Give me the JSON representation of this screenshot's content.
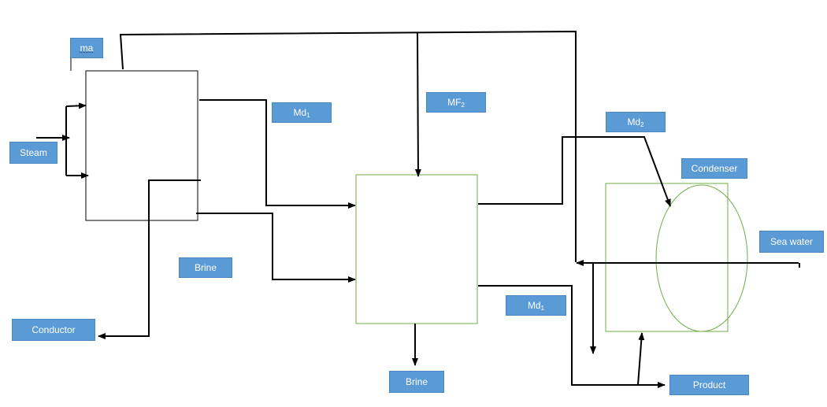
{
  "labels": {
    "ma": "ma",
    "steam": "Steam",
    "md1_top": {
      "text": "Md",
      "sub": "1"
    },
    "mf2": {
      "text": "MF",
      "sub": "2"
    },
    "md2": {
      "text": "Md",
      "sub": "2"
    },
    "condenser": "Condenser",
    "sea_water": "Sea water",
    "brine_left": "Brine",
    "conductor": "Conductor",
    "md1_bottom": {
      "text": "Md",
      "sub": "1"
    },
    "brine_bottom": "Brine",
    "product": "Product"
  },
  "colors": {
    "label_fill": "#5b9bd5",
    "label_text": "#ffffff",
    "line": "#000000",
    "vessel_outline": "#70ad47"
  }
}
